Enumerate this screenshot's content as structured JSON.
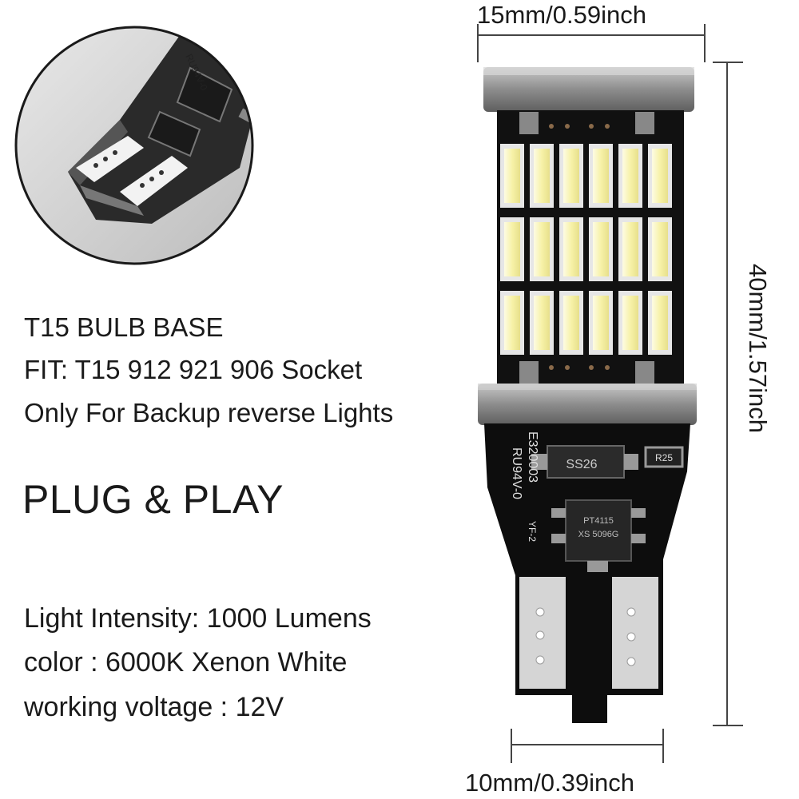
{
  "bulb_base_title": "T15 BULB BASE",
  "fit_line": "FIT: T15 912 921 906 Socket",
  "usage_line": "Only For Backup reverse Lights",
  "tagline": "PLUG & PLAY",
  "light_intensity": "Light Intensity: 1000 Lumens",
  "color_line": "color : 6000K Xenon White",
  "voltage_line": "working voltage : 12V",
  "dimensions": {
    "top_width": "15mm/0.59inch",
    "height": "40mm/1.57inch",
    "base_width": "10mm/0.39inch"
  },
  "components": {
    "diode": "SS26",
    "resistor": "R25",
    "ic_line1": "PT4115",
    "ic_line2": "XS 5096G",
    "pcb_code_1": "E320003",
    "pcb_code_2": "RU94V-0",
    "pcb_code_3": "YF-2",
    "inset_code": "RU94V-0"
  },
  "led_grid": {
    "rows": 3,
    "columns": 6
  },
  "colors": {
    "pcb": "#111111",
    "metal": "#9a9a9a",
    "led": "#f7f2a8",
    "line": "#444444"
  }
}
